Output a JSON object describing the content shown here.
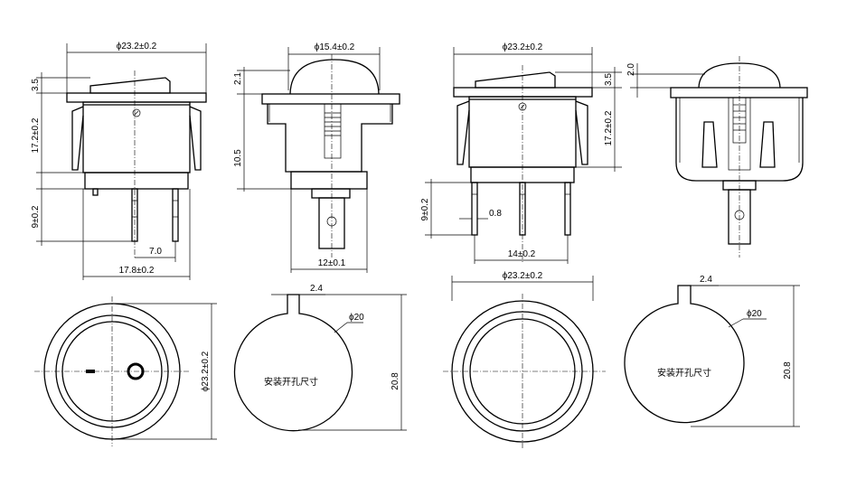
{
  "dimensions": {
    "d1_top_diam": "ϕ23.2±0.2",
    "d1_left_35": "3.5",
    "d1_left_172": "17.2±0.2",
    "d1_left_9": "9±0.2",
    "d1_pin_70": "7.0",
    "d1_bottom_178": "17.8±0.2",
    "d2_top_diam": "ϕ15.4±0.2",
    "d2_left_21": "2.1",
    "d2_left_105": "10.5",
    "d2_bottom_12": "12±0.1",
    "d3_top_diam": "ϕ23.2±0.2",
    "d3_right_35": "3.5",
    "d3_right_172": "17.2±0.2",
    "d3_left_9": "9±0.2",
    "d3_pin_08": "0.8",
    "d3_bottom_14": "14±0.2",
    "d4_left_20": "2.0",
    "v1_diam": "ϕ23.2±0.2",
    "h1_tab": "2.4",
    "h1_diam": "ϕ20",
    "h1_height": "20.8",
    "h1_label": "安装开孔尺寸",
    "v2_diam": "ϕ23.2±0.2",
    "h2_tab": "2.4",
    "h2_diam": "ϕ20",
    "h2_height": "20.8",
    "h2_label": "安装开孔尺寸"
  }
}
